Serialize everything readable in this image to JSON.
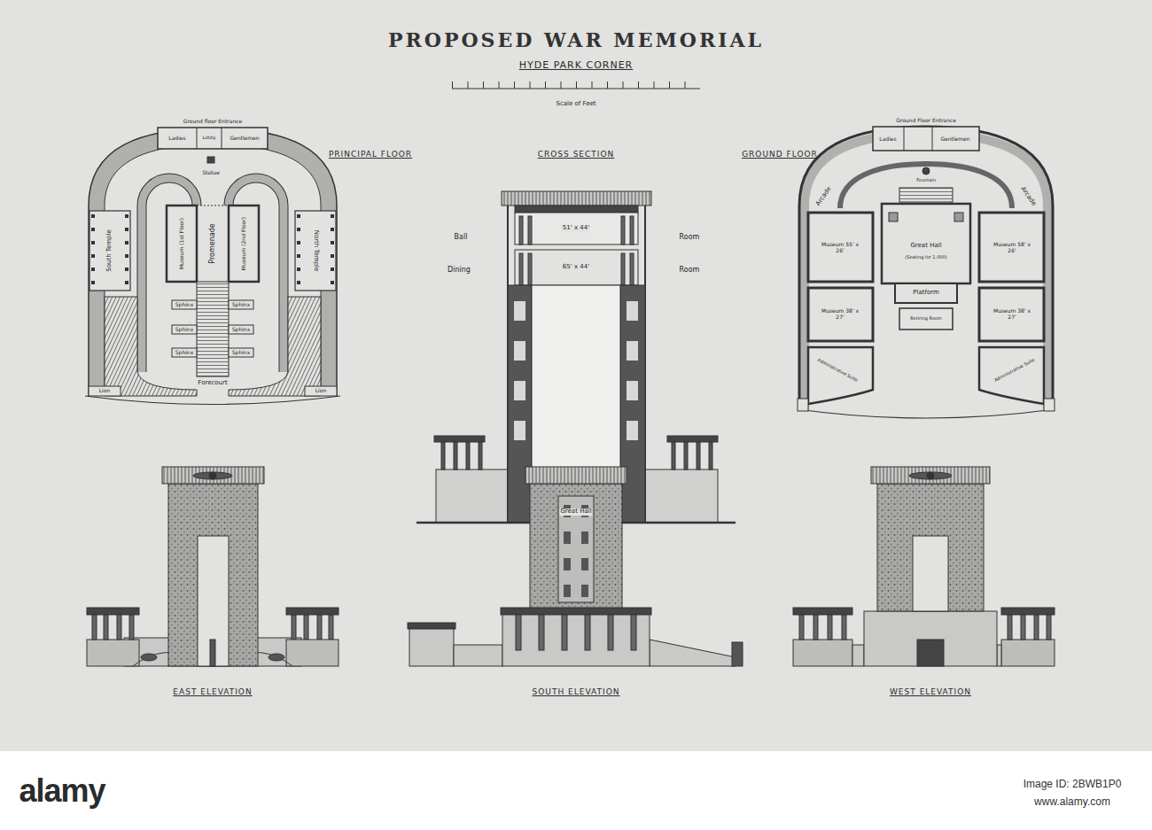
{
  "diagram": {
    "title": "PROPOSED WAR MEMORIAL",
    "labels": [
      "HYDE PARK CORNER",
      "Scale of Feet",
      "PRINCIPAL FLOOR",
      "CROSS SECTION",
      "GROUND FLOOR",
      "Ground floor Entrance",
      "Ladies",
      "Lobby",
      "Gentlemen",
      "Statue",
      "South Temple",
      "Museum (1st Floor)",
      "Promenade",
      "Museum (2nd Floor)",
      "North Temple",
      "Sphinx",
      "Sphinx",
      "Sphinx",
      "Sphinx",
      "Sphinx",
      "Sphinx",
      "Forecourt",
      "Lion",
      "Lion",
      "Ball",
      "Room",
      "Dining",
      "Room",
      "51' x 44'",
      "65' x 44'",
      "Great Hall",
      "Ground Floor Entrance",
      "Ladies",
      "Gentlemen",
      "Fountain",
      "Arcade",
      "Arcade",
      "Great Hall",
      "(Seating for 1,000)",
      "Platform",
      "Museum 55' x 26'",
      "Museum 58' x 26'",
      "Museum 38' x 27'",
      "Museum 38' x 27'",
      "Retiring Room",
      "Administrative Suite",
      "Administrative Suite",
      "EAST ELEVATION",
      "SOUTH ELEVATION",
      "WEST ELEVATION",
      "alamy",
      "Image ID: 2BWB1P0",
      "www.alamy.com"
    ]
  }
}
